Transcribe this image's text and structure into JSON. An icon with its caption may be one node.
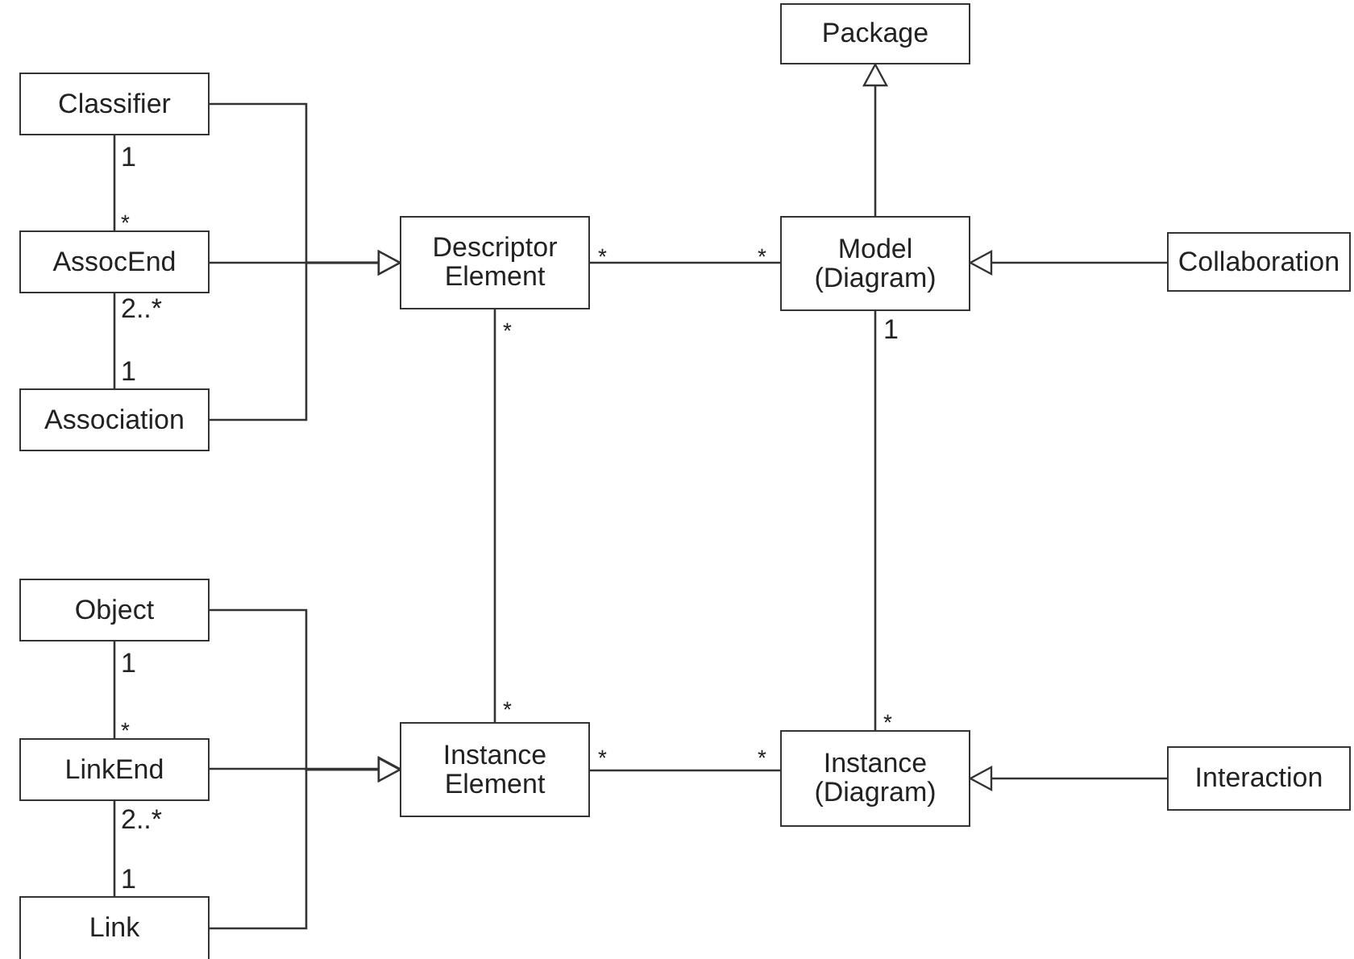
{
  "diagram": {
    "nodes": [
      {
        "text": [
          "Package"
        ]
      },
      {
        "text": [
          "Classifier"
        ]
      },
      {
        "text": [
          "AssocEnd"
        ]
      },
      {
        "text": [
          "Descriptor Element"
        ]
      },
      {
        "text": [
          "Model (Diagram)"
        ]
      },
      {
        "text": [
          "Collaboration"
        ]
      },
      {
        "text": [
          "Association"
        ]
      },
      {
        "text": [
          "Object"
        ]
      },
      {
        "text": [
          "LinkEnd"
        ]
      },
      {
        "text": [
          "Instance Element"
        ]
      },
      {
        "text": [
          "Instance (Diagram)"
        ]
      },
      {
        "text": [
          "Interaction"
        ]
      },
      {
        "text": [
          "Link"
        ]
      }
    ],
    "edges": [
      {
        "from": 1,
        "to": 3,
        "arrow": "to"
      },
      {
        "from": 2,
        "to": 3,
        "arrow": "to"
      },
      {
        "from": 6,
        "to": 3,
        "arrow": "to"
      },
      {
        "from": 1,
        "to": 2,
        "arrow": "none"
      },
      {
        "from": 2,
        "to": 6,
        "arrow": "none"
      },
      {
        "from": 3,
        "to": 4,
        "arrow": "none"
      },
      {
        "from": 4,
        "to": 0,
        "arrow": "to"
      },
      {
        "from": 5,
        "to": 4,
        "arrow": "to"
      },
      {
        "from": 3,
        "to": 9,
        "arrow": "none"
      },
      {
        "from": 4,
        "to": 10,
        "arrow": "none"
      },
      {
        "from": 7,
        "to": 9,
        "arrow": "to"
      },
      {
        "from": 8,
        "to": 9,
        "arrow": "to"
      },
      {
        "from": 12,
        "to": 9,
        "arrow": "to"
      },
      {
        "from": 7,
        "to": 8,
        "arrow": "none"
      },
      {
        "from": 8,
        "to": 12,
        "arrow": "none"
      },
      {
        "from": 9,
        "to": 10,
        "arrow": "none"
      },
      {
        "from": 11,
        "to": 10,
        "arrow": "to"
      }
    ],
    "labels": [
      "1",
      "*",
      "*",
      "*",
      "2..*",
      "*",
      "1",
      "1",
      "1",
      "*",
      "*",
      "*",
      "*",
      "*",
      "2..*",
      "1"
    ]
  }
}
